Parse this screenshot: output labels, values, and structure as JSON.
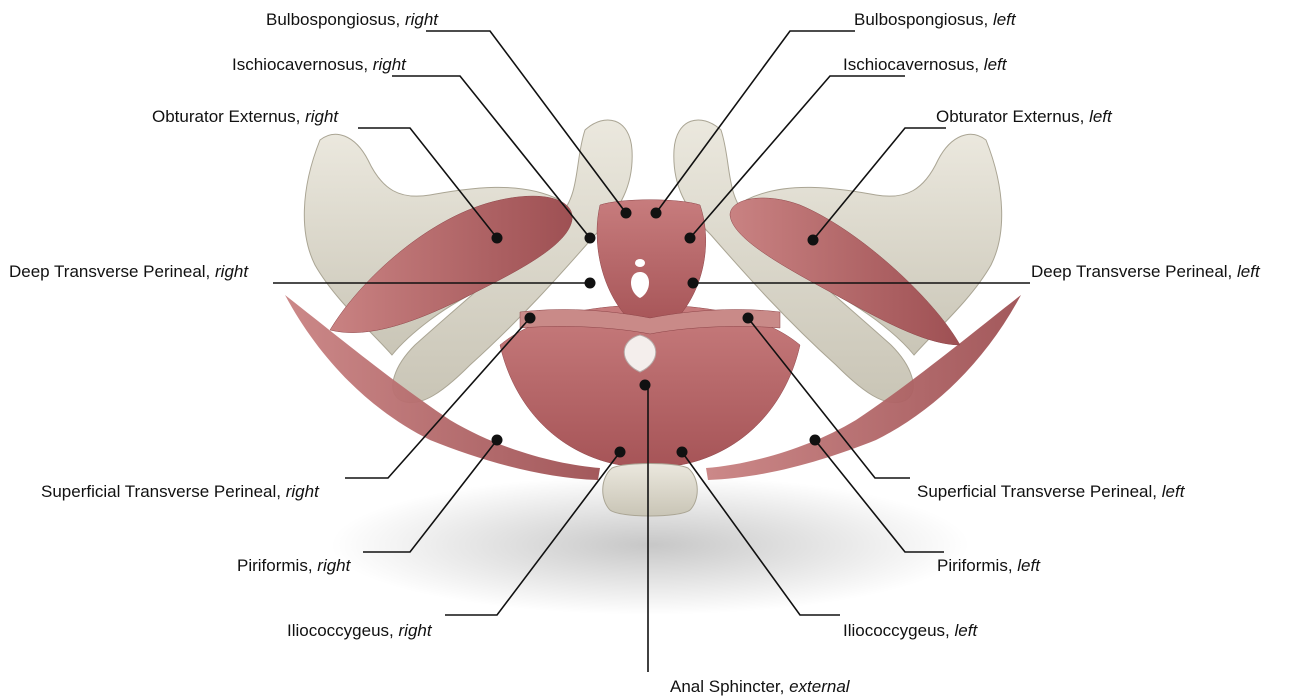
{
  "colors": {
    "bone": "#dedbd0",
    "bone_shadow": "#b9b5a7",
    "muscle": "#b86a6c",
    "muscle_dark": "#8d4448",
    "muscle_light": "#d79a98",
    "leader_line": "#111111",
    "text": "#111111"
  },
  "labels": {
    "bulbospongiosus_right": {
      "name": "Bulbospongiosus, ",
      "side": "right"
    },
    "bulbospongiosus_left": {
      "name": "Bulbospongiosus, ",
      "side": "left"
    },
    "ischiocavernosus_right": {
      "name": "Ischiocavernosus, ",
      "side": "right"
    },
    "ischiocavernosus_left": {
      "name": "Ischiocavernosus, ",
      "side": "left"
    },
    "obturator_externus_right": {
      "name": "Obturator Externus, ",
      "side": "right"
    },
    "obturator_externus_left": {
      "name": "Obturator Externus, ",
      "side": "left"
    },
    "deep_transverse_perineal_right": {
      "name": "Deep Transverse Perineal, ",
      "side": "right"
    },
    "deep_transverse_perineal_left": {
      "name": "Deep Transverse Perineal, ",
      "side": "left"
    },
    "superficial_transverse_perineal_right": {
      "name": "Superficial Transverse Perineal, ",
      "side": "right"
    },
    "superficial_transverse_perineal_left": {
      "name": "Superficial Transverse Perineal, ",
      "side": "left"
    },
    "piriformis_right": {
      "name": "Piriformis, ",
      "side": "right"
    },
    "piriformis_left": {
      "name": "Piriformis, ",
      "side": "left"
    },
    "iliococcygeus_right": {
      "name": "Iliococcygeus, ",
      "side": "right"
    },
    "iliococcygeus_left": {
      "name": "Iliococcygeus, ",
      "side": "left"
    },
    "anal_sphincter_external": {
      "name": "Anal Sphincter, ",
      "side": "external"
    }
  }
}
